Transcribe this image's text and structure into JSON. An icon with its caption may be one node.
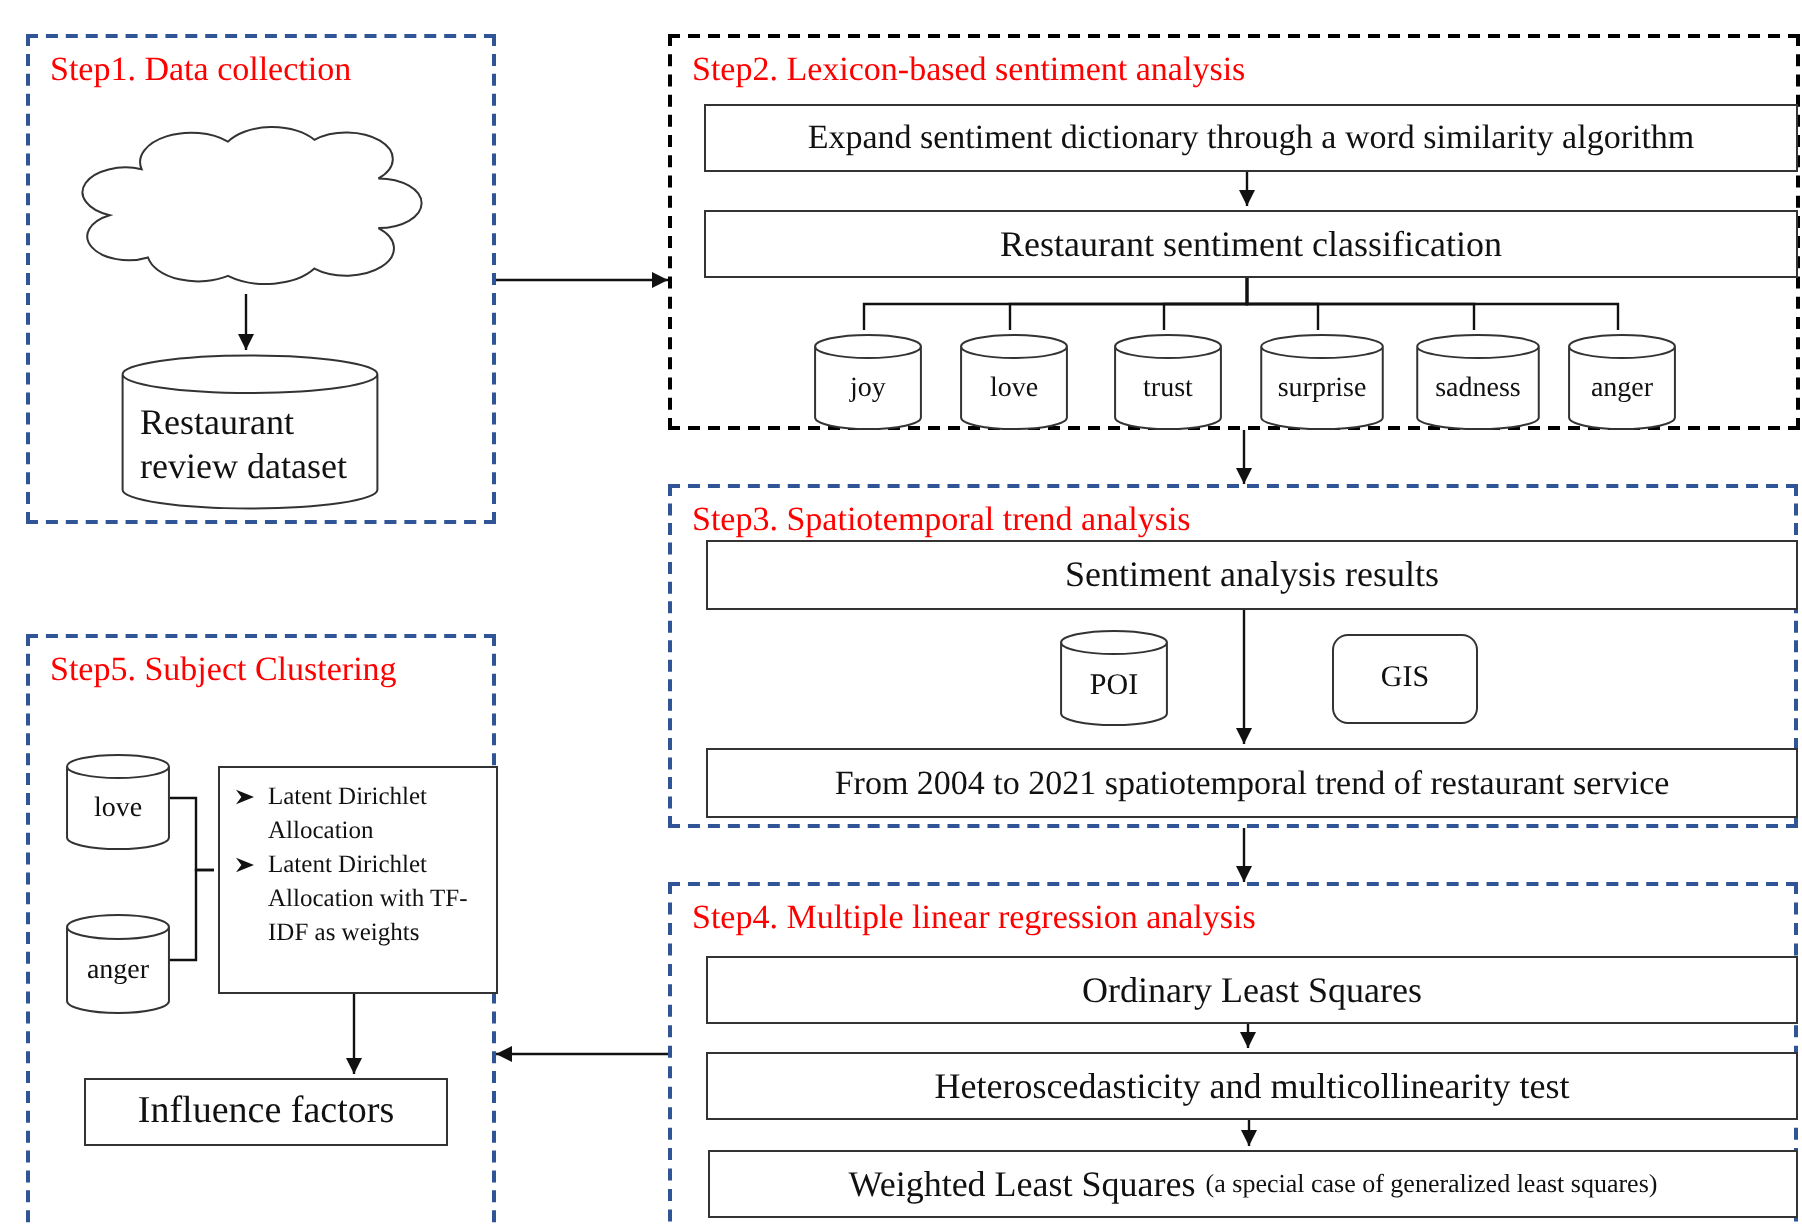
{
  "diagram": {
    "nodes": [
      {
        "text": [
          "Step1. Data collection"
        ]
      },
      {
        "text": [],
        "shape": "cloud",
        "in": 0
      },
      {
        "text": [
          "Restaurant review dataset"
        ],
        "in": 0
      },
      {
        "text": [
          "Step2. Lexicon-based sentiment analysis"
        ]
      },
      {
        "text": [
          "Expand sentiment dictionary through a word similarity algorithm"
        ],
        "in": 3
      },
      {
        "text": [
          "Restaurant sentiment classification"
        ],
        "in": 3
      },
      {
        "text": [
          "joy"
        ],
        "in": 3
      },
      {
        "text": [
          "love"
        ],
        "in": 3
      },
      {
        "text": [
          "trust"
        ],
        "in": 3
      },
      {
        "text": [
          "surprise"
        ],
        "in": 3
      },
      {
        "text": [
          "sadness"
        ],
        "in": 3
      },
      {
        "text": [
          "anger"
        ],
        "in": 3
      },
      {
        "text": [
          "Step3. Spatiotemporal trend analysis"
        ]
      },
      {
        "text": [
          "Sentiment analysis results"
        ],
        "in": 12
      },
      {
        "text": [
          "POI"
        ],
        "in": 12
      },
      {
        "text": [
          "GIS"
        ],
        "in": 12
      },
      {
        "text": [
          "From 2004 to 2021 spatiotemporal trend of restaurant service"
        ],
        "in": 12
      },
      {
        "text": [
          "Step4. Multiple linear regression analysis"
        ]
      },
      {
        "text": [
          "Ordinary Least Squares"
        ],
        "in": 17
      },
      {
        "text": [
          "Heteroscedasticity and multicollinearity test"
        ],
        "in": 17
      },
      {
        "text": [
          "Weighted Least Squares",
          "(a special case of generalized least squares)"
        ],
        "in": 17
      },
      {
        "text": [
          "Step5. Subject Clustering"
        ]
      },
      {
        "text": [
          "love"
        ],
        "in": 21
      },
      {
        "text": [
          "anger"
        ],
        "in": 21
      },
      {
        "text": [
          "Latent Dirichlet Allocation",
          "Latent Dirichlet Allocation with TF-IDF as weights"
        ],
        "in": 21
      },
      {
        "text": [
          "Influence factors"
        ],
        "in": 21
      }
    ],
    "edges": [
      {
        "from": 1,
        "to": 2,
        "arrow": "to"
      },
      {
        "from": 0,
        "to": 3,
        "arrow": "to"
      },
      {
        "from": 4,
        "to": 5,
        "arrow": "to"
      },
      {
        "from": 5,
        "to": 6,
        "arrow": "none"
      },
      {
        "from": 5,
        "to": 7,
        "arrow": "none"
      },
      {
        "from": 5,
        "to": 8,
        "arrow": "none"
      },
      {
        "from": 5,
        "to": 9,
        "arrow": "none"
      },
      {
        "from": 5,
        "to": 10,
        "arrow": "none"
      },
      {
        "from": 5,
        "to": 11,
        "arrow": "none"
      },
      {
        "from": 3,
        "to": 12,
        "arrow": "to"
      },
      {
        "from": 13,
        "to": 16,
        "arrow": "to"
      },
      {
        "from": 12,
        "to": 17,
        "arrow": "to"
      },
      {
        "from": 18,
        "to": 19,
        "arrow": "to"
      },
      {
        "from": 19,
        "to": 20,
        "arrow": "to"
      },
      {
        "from": 17,
        "to": 21,
        "arrow": "to"
      },
      {
        "from": 22,
        "to": 24,
        "arrow": "none"
      },
      {
        "from": 23,
        "to": 24,
        "arrow": "none"
      },
      {
        "from": 24,
        "to": 25,
        "arrow": "to"
      }
    ]
  }
}
